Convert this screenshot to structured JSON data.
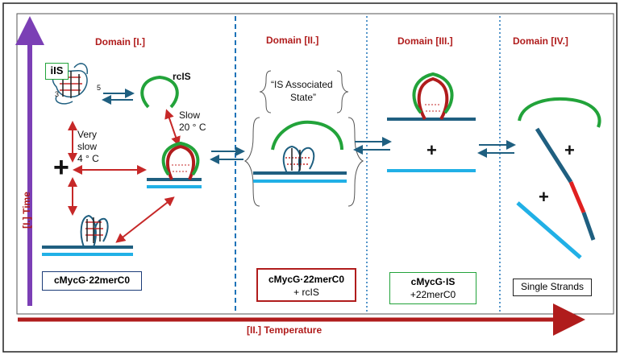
{
  "domains": [
    {
      "title": "Domain [I.]"
    },
    {
      "title": "Domain [II.]"
    },
    {
      "title": "Domain [III.]"
    },
    {
      "title": "Domain [IV.]"
    }
  ],
  "axes": {
    "time_label": "[I.] Time",
    "temperature_label": "[II.] Temperature"
  },
  "domain1": {
    "ils_label": "iIS",
    "rcis_label": "rcIS",
    "slow_label": "Slow",
    "slow_temp": "20 ° C",
    "very_label": "Very",
    "very_slow_label": "slow",
    "very_slow_temp": "4 ° C",
    "plus": "+",
    "prime5": "5",
    "prime3": "3",
    "box_label": "cMycG·22merC0"
  },
  "domain2": {
    "state_label_line1": "“IS Associated",
    "state_label_line2": "State”",
    "box_label": "cMycG·22merC0",
    "box_sub": "+ rcIS"
  },
  "domain3": {
    "plus": "+",
    "box_label": "cMycG·IS",
    "box_sub": "+22merC0"
  },
  "domain4": {
    "plus_top": "+",
    "plus_bottom": "+",
    "box_label": "Single Strands"
  },
  "colors": {
    "red": "#c62828",
    "dark_red": "#b01c1c",
    "green": "#22a33a",
    "teal": "#1f5f80",
    "light_blue": "#21b0e6",
    "purple": "#7b3fb5",
    "navy": "#1c3b78",
    "dotted_blue": "#1d73b8"
  }
}
